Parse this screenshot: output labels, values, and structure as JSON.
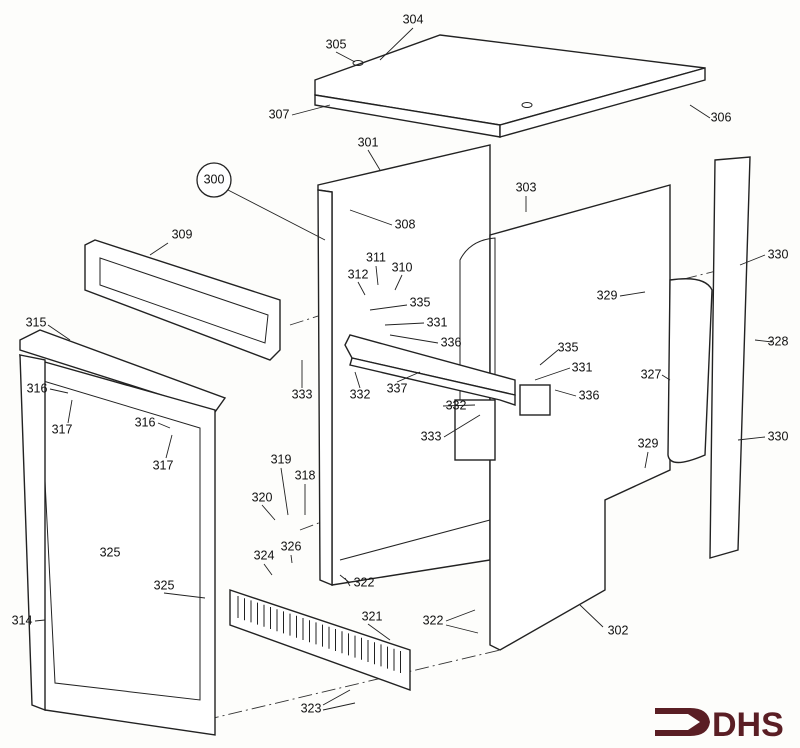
{
  "diagram": {
    "title_callout": "300",
    "labels": {
      "p304": "304",
      "p305": "305",
      "p307": "307",
      "p306": "306",
      "p301": "301",
      "p303": "303",
      "p308": "308",
      "p309": "309",
      "p311": "311",
      "p312": "312",
      "p310": "310",
      "p330a": "330",
      "p329a": "329",
      "p335a": "335",
      "p331a": "331",
      "p336a": "336",
      "p315": "315",
      "p333a": "333",
      "p332a": "332",
      "p337": "337",
      "p332b": "332",
      "p333b": "333",
      "p335b": "335",
      "p331b": "331",
      "p336b": "336",
      "p327": "327",
      "p328": "328",
      "p316a": "316",
      "p317a": "317",
      "p316b": "316",
      "p317b": "317",
      "p330b": "330",
      "p329b": "329",
      "p319": "319",
      "p318": "318",
      "p320": "320",
      "p325a": "325",
      "p324": "324",
      "p326": "326",
      "p322a": "322",
      "p325b": "325",
      "p314": "314",
      "p321": "321",
      "p322b": "322",
      "p302": "302",
      "p323": "323"
    },
    "logo": {
      "text": "DHS",
      "color": "#5a1e24"
    }
  }
}
